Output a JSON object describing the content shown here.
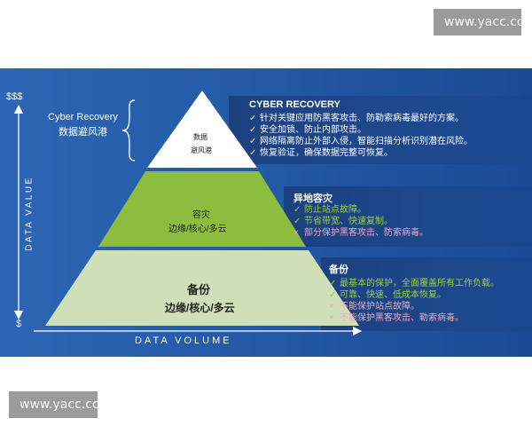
{
  "watermark": {
    "top": "www.yacc.cc",
    "bottom": "www.yacc.cc"
  },
  "axes": {
    "y_top_label": "$$$",
    "y_bottom_label": "$",
    "y_axis_title": "DATA VALUE",
    "x_axis_title": "DATA VOLUME"
  },
  "side_label": {
    "line1": "Cyber Recovery",
    "line2": "数据避风港"
  },
  "tiers": {
    "top": {
      "line1": "数据",
      "line2": "避风港"
    },
    "middle": {
      "line1": "容灾",
      "line2": "边缘/核心/多云"
    },
    "bottom": {
      "line1": "备份",
      "line2": "边缘/核心/多云"
    }
  },
  "panels": {
    "top": {
      "title": "CYBER RECOVERY",
      "items": [
        {
          "mark": "✓",
          "text": "针对关键应用防黑客攻击、防勒索病毒最好的方案。"
        },
        {
          "mark": "✓",
          "text": "安全加锁、防止内部攻击。"
        },
        {
          "mark": "✓",
          "text": "网络隔离防止外部入侵，智能扫描分析识别潜在风险。"
        },
        {
          "mark": "✓",
          "text": "恢复验证，确保数据完整可恢复。"
        }
      ]
    },
    "middle": {
      "title": "异地容灾",
      "items": [
        {
          "mark": "✓",
          "text": "防止站点故障。",
          "status": "ok"
        },
        {
          "mark": "✓",
          "text": "节省带宽、快速复制。",
          "status": "ok"
        },
        {
          "mark": "×",
          "text": "部分保护黑客攻击、防索病毒。",
          "status": "no"
        }
      ]
    },
    "bottom": {
      "title": "备份",
      "items": [
        {
          "mark": "✓",
          "text": "最基本的保护，全面覆盖所有工作负载。",
          "status": "ok"
        },
        {
          "mark": "✓",
          "text": "可靠、快速、低成本恢复。",
          "status": "ok"
        },
        {
          "mark": "×",
          "text": "不能保护站点故障。",
          "status": "no"
        },
        {
          "mark": "×",
          "text": "不能保护黑客攻击、勒索病毒。",
          "status": "no"
        }
      ]
    }
  },
  "colors": {
    "background": "#2a60ad",
    "pyramid_top": "#ffffff",
    "pyramid_middle": "#8cbd3f",
    "pyramid_bottom": "#cfe0b8",
    "check_green": "#9ad13e",
    "cross_pink": "#f0a7c5"
  }
}
